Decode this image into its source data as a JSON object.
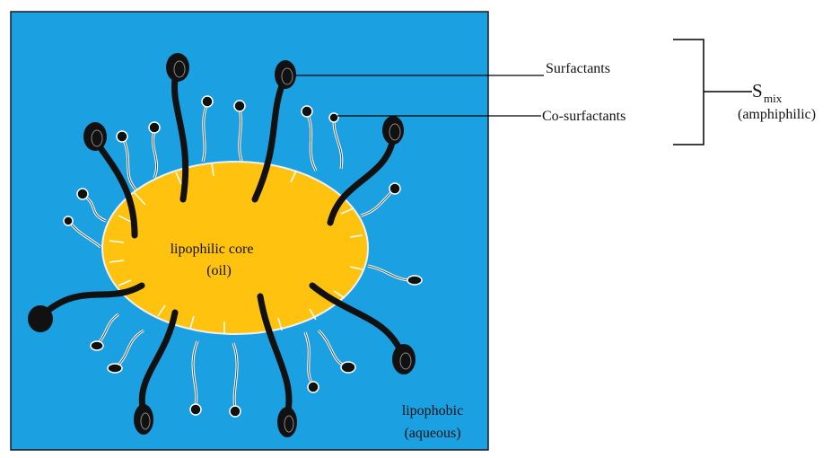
{
  "diagram": {
    "core_label_line1": "lipophilic core",
    "core_label_line2": "(oil)",
    "aqueous_label_line1": "lipophobic",
    "aqueous_label_line2": "(aqueous)",
    "surfactants_label": "Surfactants",
    "cosurfactants_label": "Co-surfactants",
    "smix_main": "S",
    "smix_sub": "mix",
    "smix_note": "(amphiphilic)"
  },
  "colors": {
    "aqueous": "#1BA1E2",
    "oil": "#FFC20E",
    "tail": "#111111",
    "line": "#000000"
  }
}
